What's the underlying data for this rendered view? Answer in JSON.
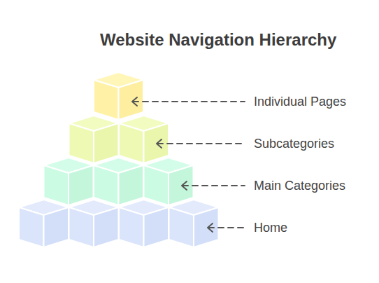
{
  "diagram": {
    "title": "Website Navigation Hierarchy",
    "labels": [
      "Individual Pages",
      "Subcategories",
      "Main Categories",
      "Home"
    ]
  }
}
